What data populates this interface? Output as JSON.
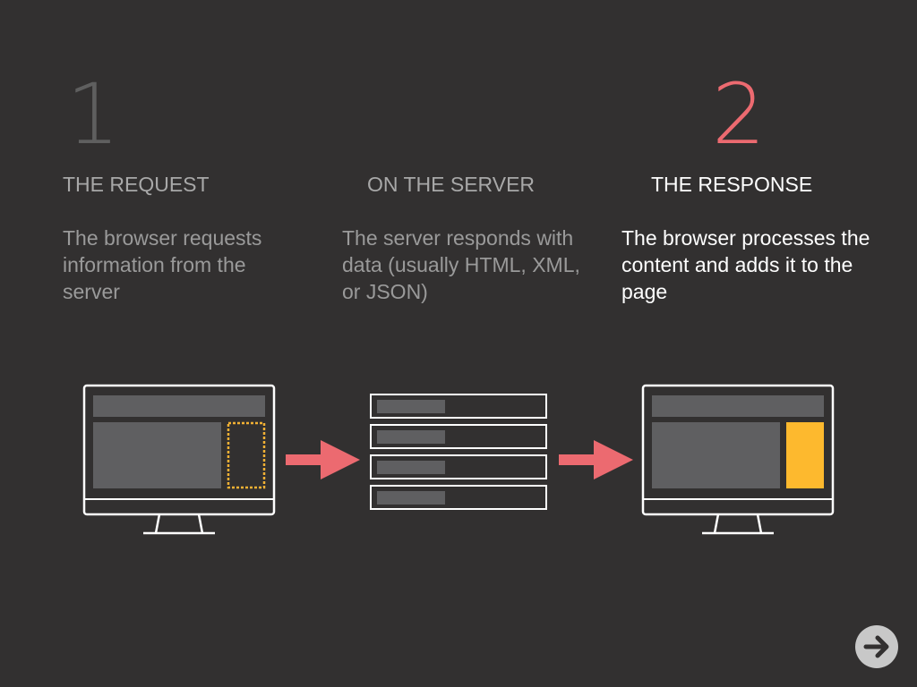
{
  "steps": [
    {
      "number": "1",
      "heading": "THE REQUEST",
      "text": "The browser requests information from the server"
    },
    {
      "number": "",
      "heading": "ON THE SERVER",
      "text": "The server responds with data (usually HTML, XML, or JSON)"
    },
    {
      "number": "2",
      "heading": "THE RESPONSE",
      "text": "The browser processes the content and adds it to the page"
    }
  ],
  "icons": {
    "request_monitor": "monitor-icon",
    "server_stack": "server-stack-icon",
    "response_monitor": "monitor-icon",
    "flow_arrow": "arrow-right-icon",
    "next": "arrow-right-circle-icon"
  },
  "colors": {
    "background": "#323030",
    "accent_red": "#ec6a70",
    "accent_yellow": "#fdb92e",
    "muted_text": "#a8a8a8",
    "bright_text": "#ffffff"
  }
}
